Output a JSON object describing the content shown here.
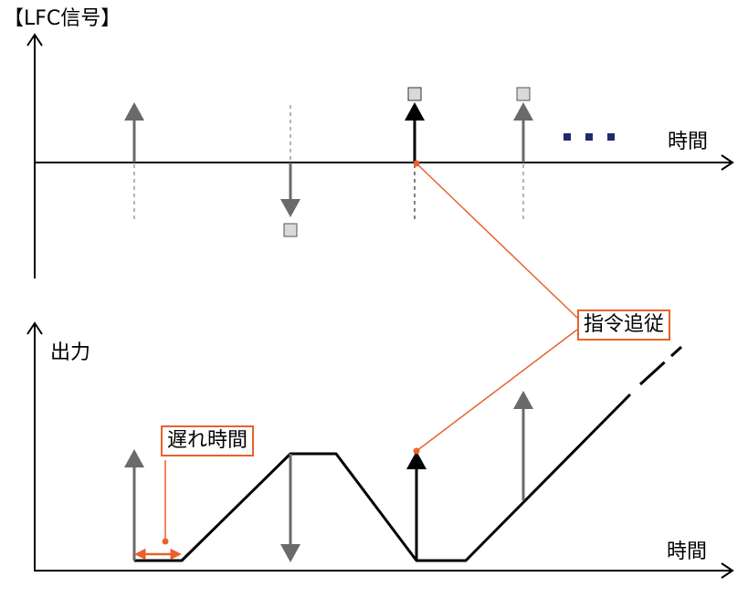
{
  "top_chart": {
    "title": "【LFC信号】",
    "x_label": "時間",
    "ellipsis": "・・・"
  },
  "bottom_chart": {
    "y_label": "出力",
    "x_label": "時間"
  },
  "callouts": {
    "command_follow": "指令追従",
    "delay_time": "遅れ時間"
  },
  "colors": {
    "axis": "#000000",
    "signal_gray": "#6a6a6a",
    "signal_active": "#000000",
    "accent_orange": "#e8622a",
    "marker_fill": "#d9d9d9",
    "ellipsis": "#1f2a6e"
  }
}
